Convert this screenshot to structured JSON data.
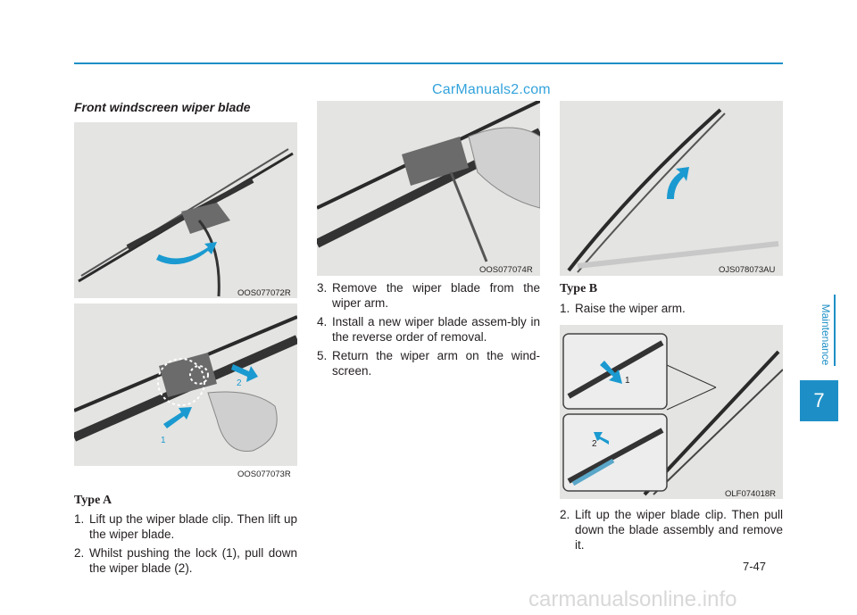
{
  "watermark_top": "CarManuals2.com",
  "section_title": "Front windscreen wiper blade",
  "figures": {
    "fig1_code": "OOS077072R",
    "fig2_code": "OOS077073R",
    "fig2_callout_1": "1",
    "fig2_callout_2": "2",
    "fig3_code": "OOS077074R",
    "fig4_code": "OJS078073AU",
    "fig5_code": "OLF074018R",
    "fig5_callout_1": "1",
    "fig5_callout_2": "2"
  },
  "type_a": {
    "heading": "Type A",
    "steps": [
      {
        "num": "1.",
        "text": "Lift up the wiper blade clip. Then lift up the wiper blade."
      },
      {
        "num": "2.",
        "text": "Whilst pushing the lock (1), pull down the wiper blade (2)."
      }
    ]
  },
  "middle_steps": [
    {
      "num": "3.",
      "text": "Remove the wiper blade from the wiper arm."
    },
    {
      "num": "4.",
      "text": "Install a new wiper blade assem-bly in the reverse order of removal."
    },
    {
      "num": "5.",
      "text": "Return the wiper arm on the wind-screen."
    }
  ],
  "type_b": {
    "heading": "Type B",
    "steps": [
      {
        "num": "1.",
        "text": "Raise the wiper arm."
      },
      {
        "num": "2.",
        "text": "Lift up the wiper blade clip. Then pull down the blade assembly and remove it."
      }
    ]
  },
  "side_tab": {
    "label": "Maintenance",
    "chapter": "7"
  },
  "page_number": "7-47",
  "watermark_bottom": "carmanualsonline.info",
  "colors": {
    "accent": "#1e8fc6",
    "arrow": "#1a9ad0",
    "photo_bg": "#e4e4e2"
  }
}
